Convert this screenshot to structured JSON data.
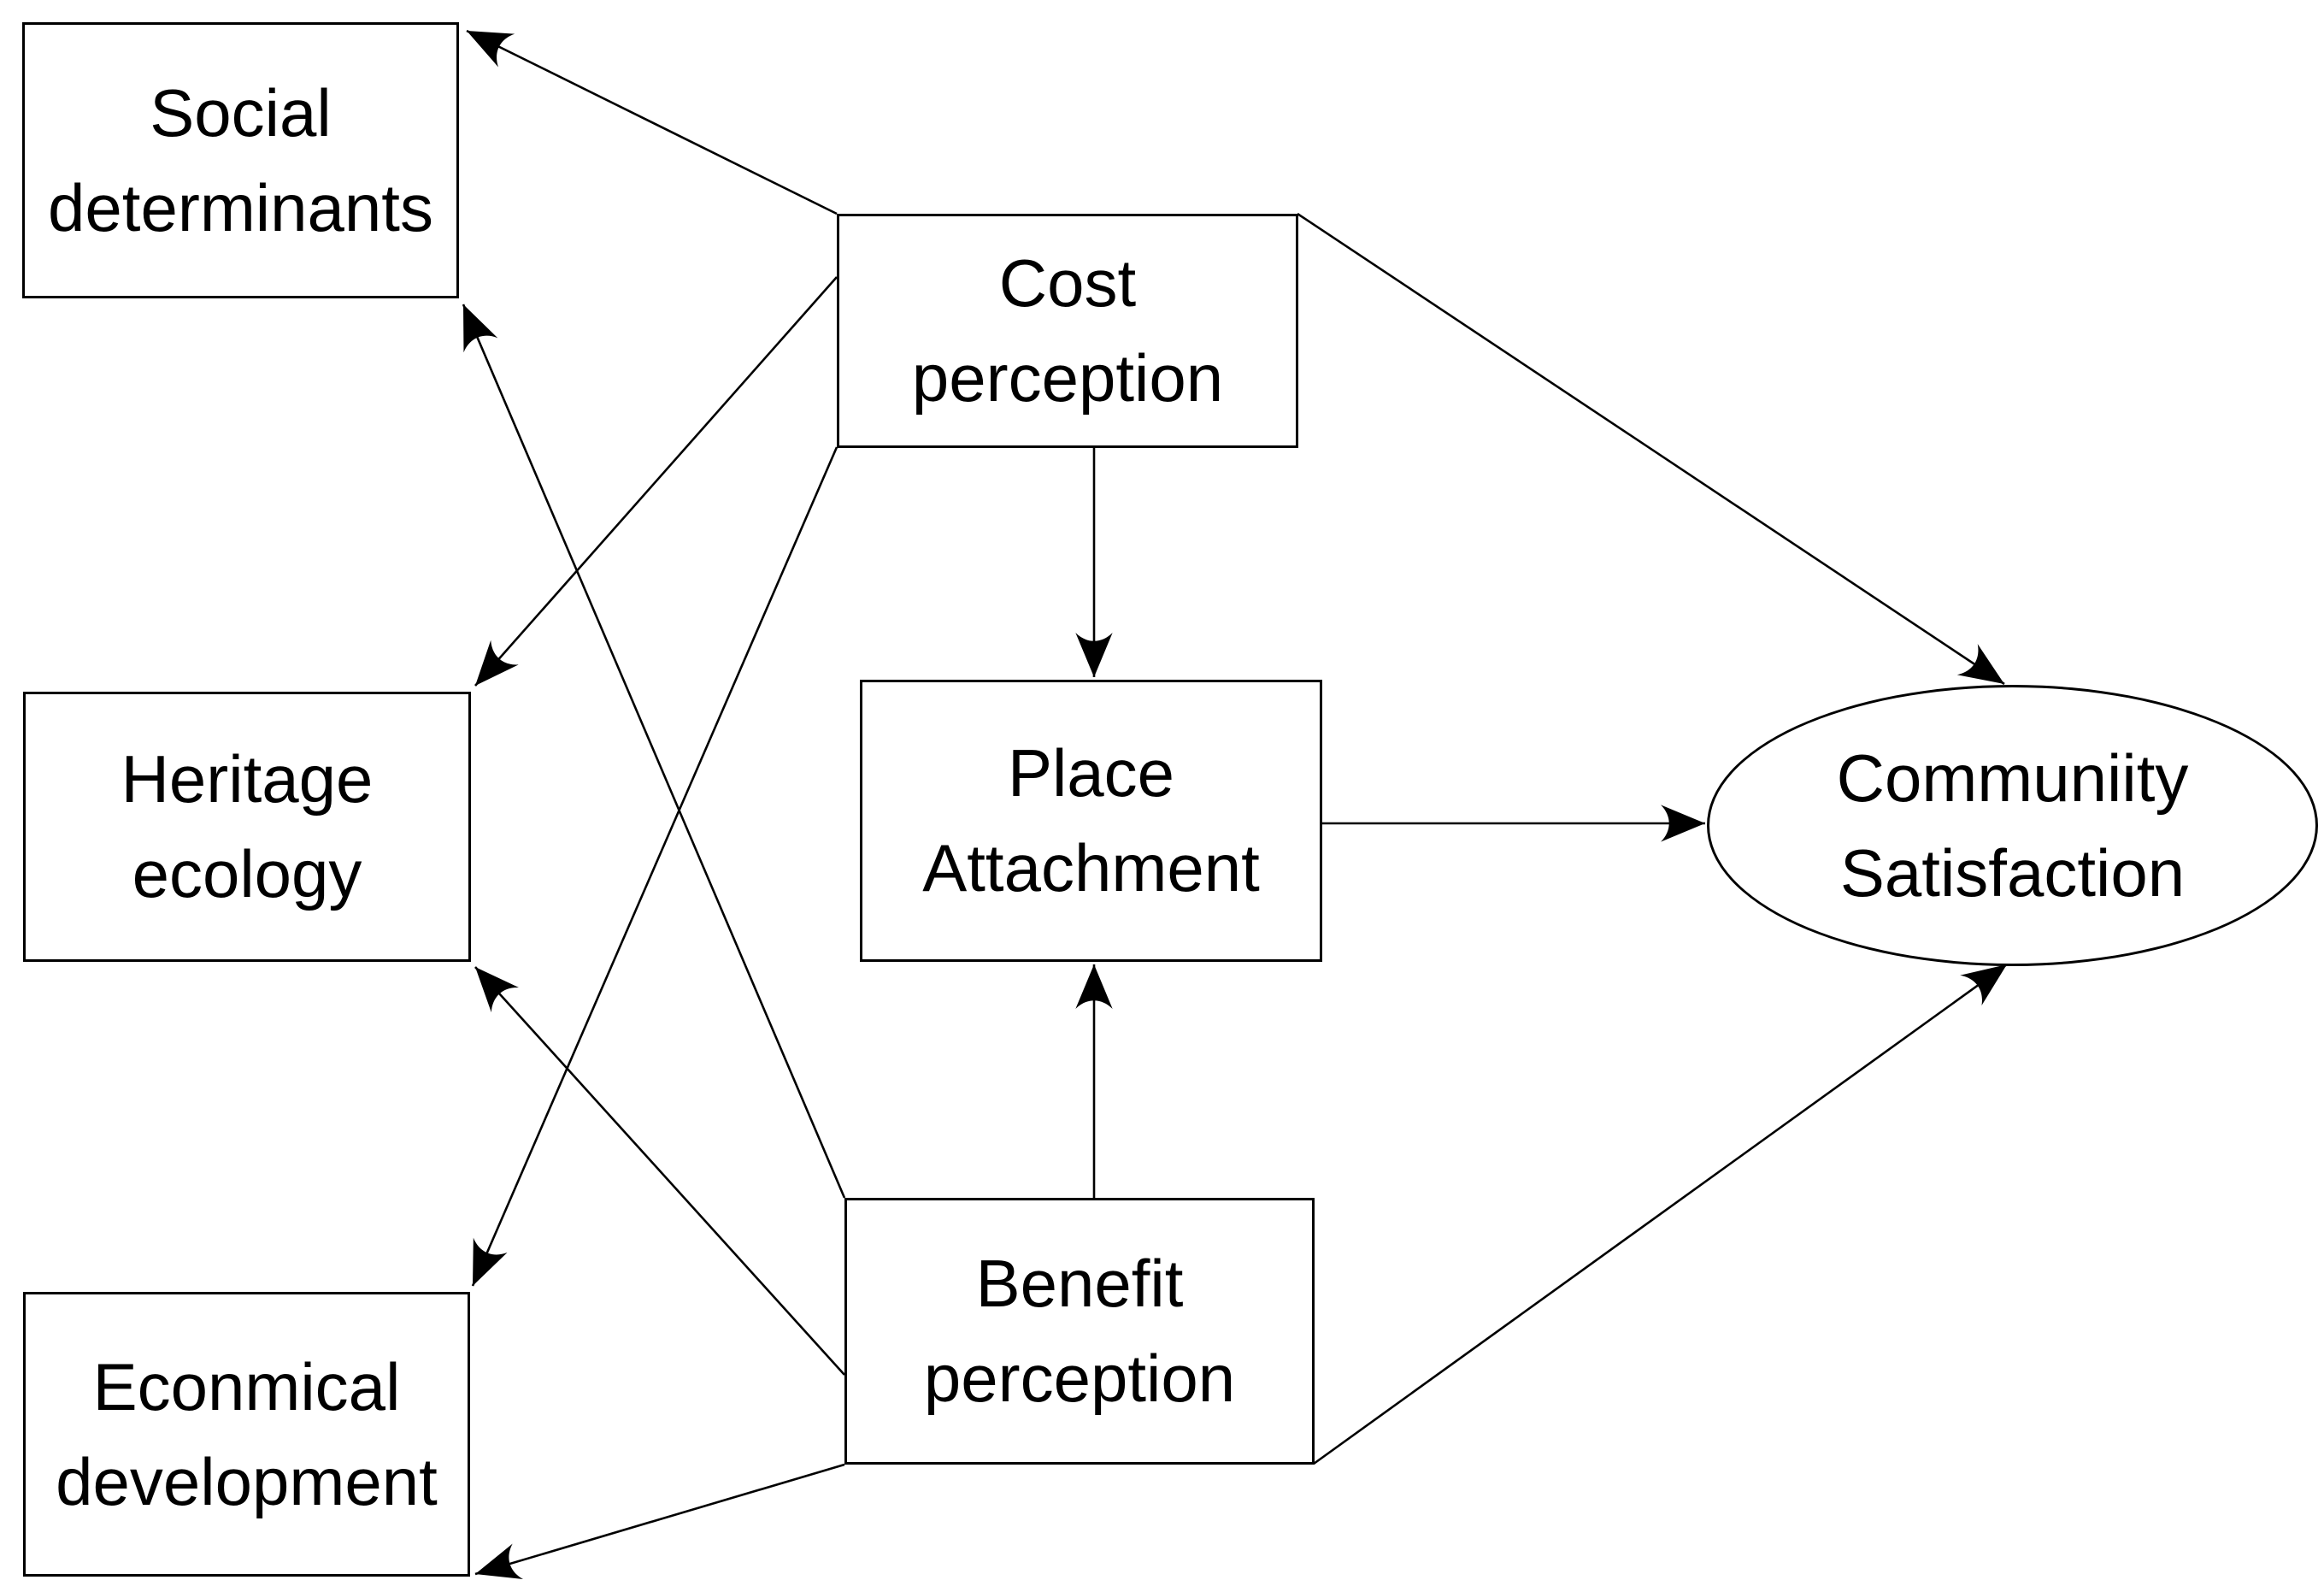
{
  "figure": {
    "background_color": "#ffffff",
    "line_color": "#000000",
    "nodes": {
      "social": {
        "shape": "rectangle",
        "line1": "Social",
        "line2": "determinants"
      },
      "heritage": {
        "shape": "rectangle",
        "line1": "Heritage",
        "line2": "ecology"
      },
      "economical": {
        "shape": "rectangle",
        "line1": "Econmical",
        "line2": "development"
      },
      "cost": {
        "shape": "rectangle",
        "line1": "Cost",
        "line2": "perception"
      },
      "place": {
        "shape": "rectangle",
        "line1": "Place",
        "line2": "Attachment"
      },
      "benefit": {
        "shape": "rectangle",
        "line1": "Benefit",
        "line2": "perception"
      },
      "community": {
        "shape": "ellipse",
        "line1": "Communiity",
        "line2": "Satisfaction"
      }
    },
    "edges": [
      {
        "from": "cost",
        "to": "social"
      },
      {
        "from": "cost",
        "to": "heritage"
      },
      {
        "from": "cost",
        "to": "economical"
      },
      {
        "from": "cost",
        "to": "place"
      },
      {
        "from": "cost",
        "to": "community"
      },
      {
        "from": "benefit",
        "to": "social"
      },
      {
        "from": "benefit",
        "to": "heritage"
      },
      {
        "from": "benefit",
        "to": "economical"
      },
      {
        "from": "benefit",
        "to": "place"
      },
      {
        "from": "benefit",
        "to": "community"
      },
      {
        "from": "place",
        "to": "community"
      }
    ]
  }
}
